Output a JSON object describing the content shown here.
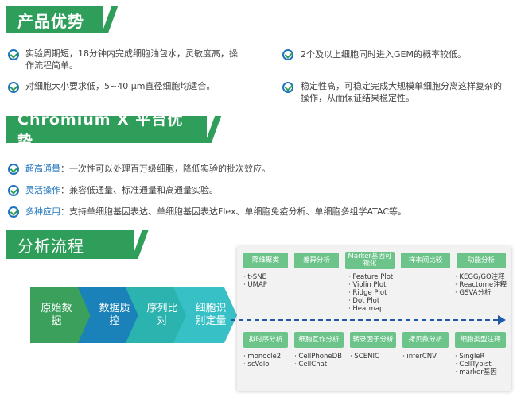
{
  "section1": {
    "title": "产品优势",
    "items": [
      "实验周期短，18分钟内完成细胞油包水，灵敏度高，操作流程简单。",
      "对细胞大小要求低，5~40 μm直径细胞均适合。",
      "2个及以上细胞同时进入GEM的概率较低。",
      "稳定性高，可稳定完成大规模单细胞分离这样复杂的操作，从而保证结果稳定性。"
    ]
  },
  "section2": {
    "title": "Chromium X 平台优势",
    "items": [
      {
        "key": "超高通量",
        "text": "：一次性可以处理百万级细胞，降低实验的批次效应。"
      },
      {
        "key": "灵活操作",
        "text": "：兼容低通量、标准通量和高通量实验。"
      },
      {
        "key": "多种应用",
        "text": "：支持单细胞基因表达、单细胞基因表达Flex、单细胞免疫分析、单细胞多组学ATAC等。"
      }
    ]
  },
  "section3": {
    "title": "分析流程",
    "steps": [
      "原始数据",
      "数据质控",
      "序列比对",
      "细胞识别定量"
    ],
    "top_tags": [
      "降维聚类",
      "差异分析",
      "Marker基因可视化",
      "样本间比较",
      "功能分析"
    ],
    "top_items": [
      "· t-SNE\n· UMAP",
      "",
      "· Feature Plot\n· Violin Plot\n· Ridge Plot\n· Dot Plot\n· Heatmap",
      "",
      "· KEGG/GO注释\n· Reactome注释\n· GSVA分析"
    ],
    "bottom_tags": [
      "拟时序分析",
      "细胞互作分析",
      "转录因子分析",
      "拷贝数分析",
      "细胞类型注释"
    ],
    "bottom_items": [
      "· monocle2\n· scVelo",
      "· CellPhoneDB\n· CellChat",
      "· SCENIC",
      "· inferCNV",
      "· SingleR\n· CellTypist\n· marker基因"
    ]
  },
  "colors": {
    "green": "#2f9e5a",
    "blue": "#1e73be",
    "tag_green": "#6cc48a"
  }
}
